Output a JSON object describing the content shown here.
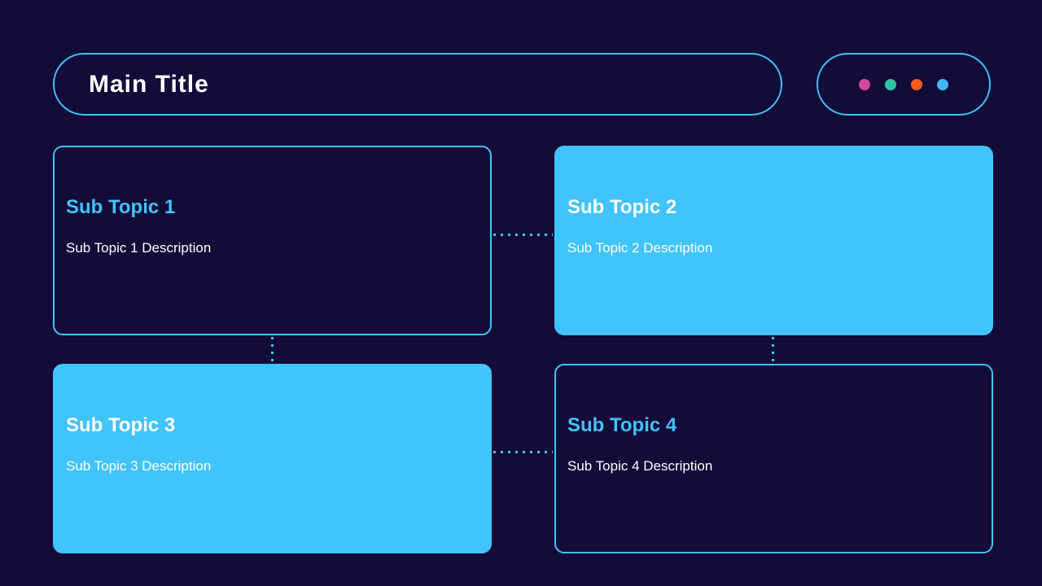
{
  "page": {
    "background_color": "#130b38",
    "accent_color": "#41c3fc",
    "text_color": "#ffffff"
  },
  "header": {
    "title": "Main Title",
    "dots": [
      {
        "name": "magenta-dot",
        "color": "#d4489c"
      },
      {
        "name": "teal-dot",
        "color": "#2ec4a3"
      },
      {
        "name": "orange-dot",
        "color": "#fb5a1e"
      },
      {
        "name": "blue-dot",
        "color": "#3fb9f6"
      }
    ]
  },
  "cards": [
    {
      "title": "Sub Topic 1",
      "description": "Sub Topic 1 Description",
      "variant": "outlined"
    },
    {
      "title": "Sub Topic 2",
      "description": "Sub Topic 2 Description",
      "variant": "filled"
    },
    {
      "title": "Sub Topic 3",
      "description": "Sub Topic 3 Description",
      "variant": "filled"
    },
    {
      "title": "Sub Topic 4",
      "description": "Sub Topic 4 Description",
      "variant": "outlined"
    }
  ]
}
